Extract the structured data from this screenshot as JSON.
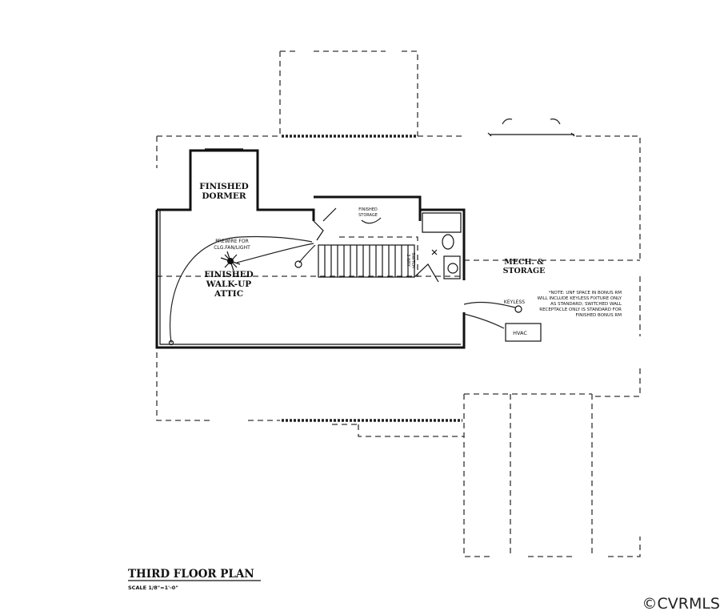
{
  "rooms": {
    "finished_dormer": [
      "FINISHED",
      "DORMER"
    ],
    "finished_storage": [
      "FINISHED",
      "STORAGE"
    ],
    "walk_up_attic": [
      "FINISHED",
      "WALK-UP",
      "ATTIC"
    ],
    "mech_storage": [
      "MECH. &",
      "STORAGE"
    ]
  },
  "annotations": {
    "prewire": [
      "PREWIRE FOR",
      "CLG.FAN/LIGHT"
    ],
    "three_way_switch": [
      "3-WAY",
      "SWITCH"
    ],
    "keyless": "KEYLESS",
    "hvac": "HVAC",
    "note": [
      "*NOTE: UNF SPACE IN BONUS RM",
      "WILL INCLUDE KEYLESS FIXTURE ONLY",
      "AS STANDARD; SWITCHED WALL",
      "RECEPTACLE ONLY IS STANDARD FOR",
      "FINISHED BONUS RM"
    ]
  },
  "title": {
    "plan_name": "THIRD FLOOR PLAN",
    "scale": "SCALE 1/8\"=1'-0\""
  },
  "watermark": "©CVRMLS"
}
